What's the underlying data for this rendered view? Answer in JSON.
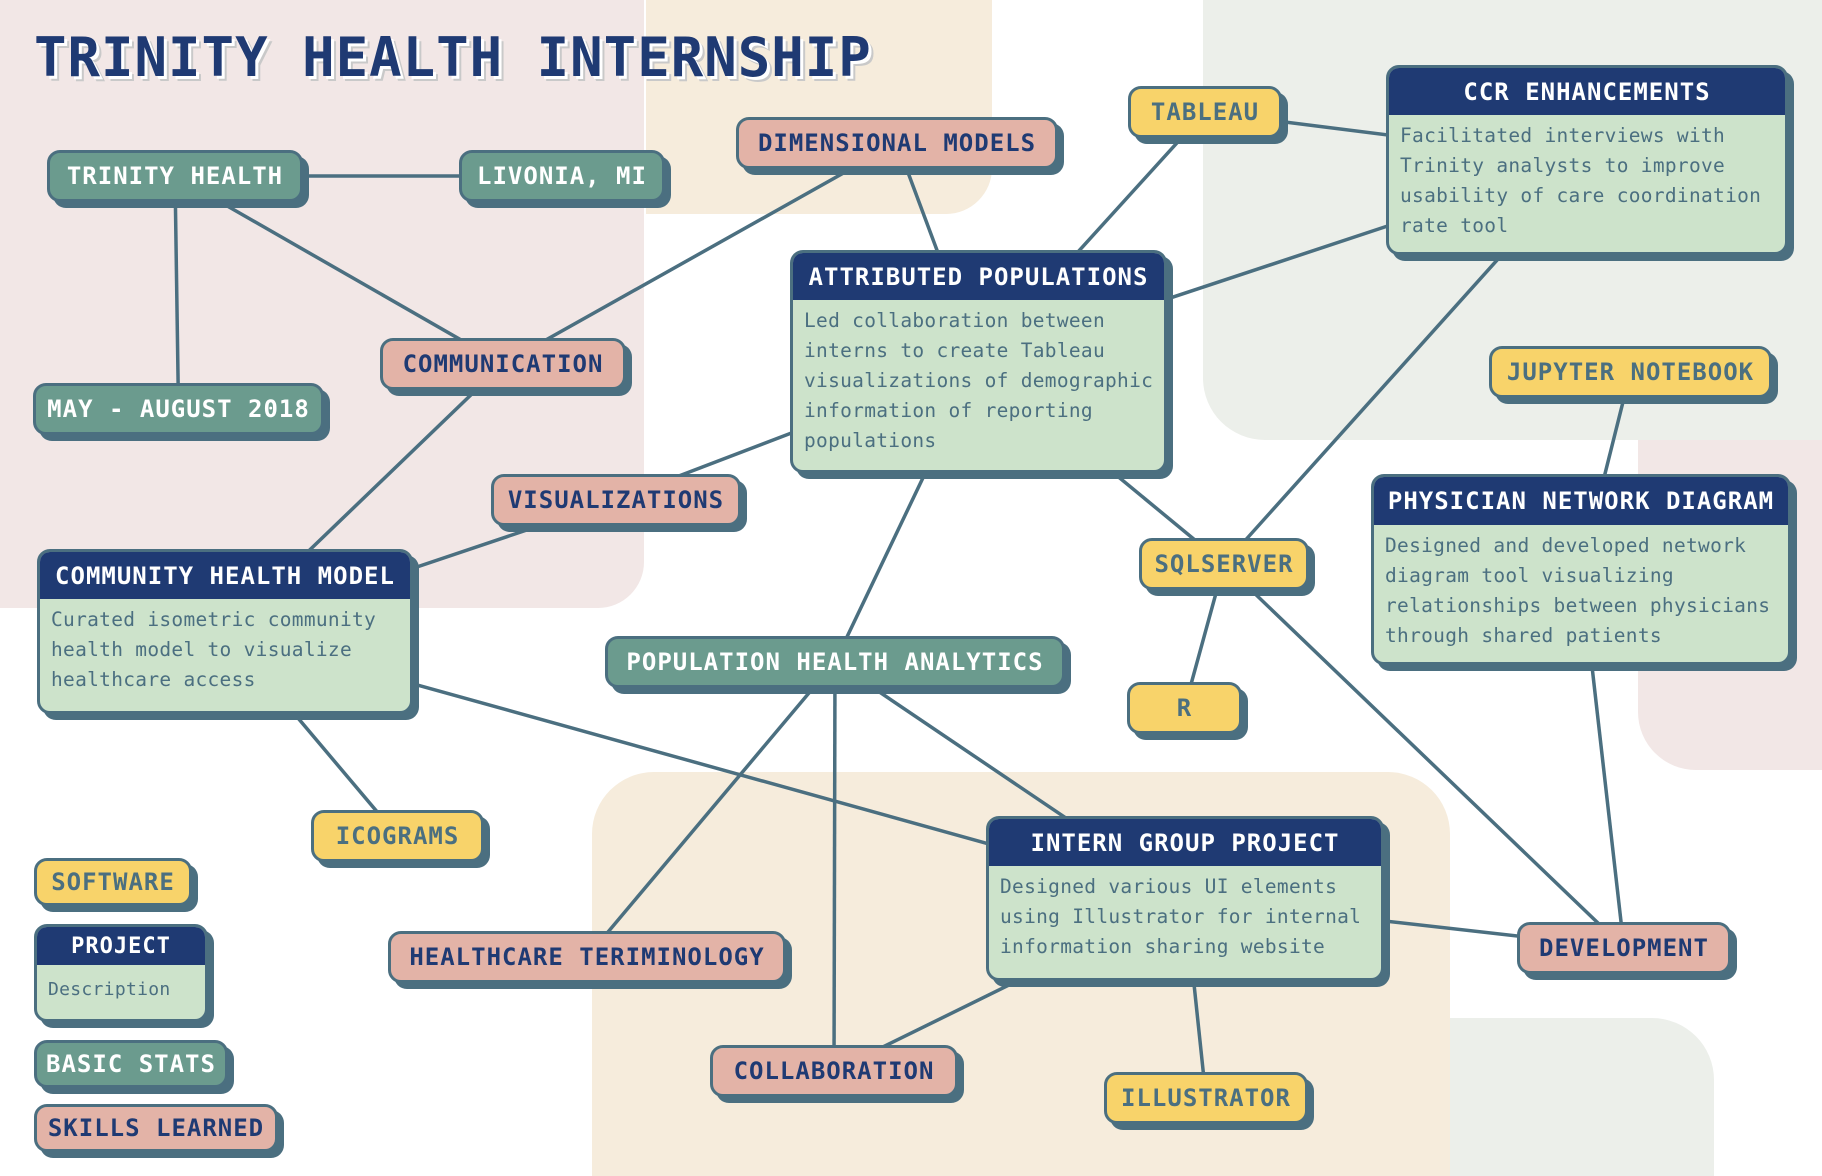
{
  "title": "TRINITY HEALTH INTERNSHIP",
  "colors": {
    "software": "#f8d36a",
    "project_header": "#1f3a73",
    "project_body": "#cde3cb",
    "basic_stats": "#6b9b8e",
    "skills_learned": "#e3b3a7",
    "outline": "#4b6f80",
    "bg_pink": "#f2e7e6",
    "bg_cream": "#f6ecdc",
    "bg_gray": "#ecefea"
  },
  "nodes": {
    "trinity_health": "TRINITY HEALTH",
    "livonia": "LIVONIA, MI",
    "dates": "MAY - AUGUST 2018",
    "communication": "COMMUNICATION",
    "dimensional_models": "DIMENSIONAL MODELS",
    "tableau": "TABLEAU",
    "visualizations": "VISUALIZATIONS",
    "sqlserver": "SQLSERVER",
    "r": "R",
    "jupyter": "JUPYTER NOTEBOOK",
    "population_health": "POPULATION HEALTH ANALYTICS",
    "icograms": "ICOGRAMS",
    "healthcare_terminology": "HEALTHCARE TERIMINOLOGY",
    "collaboration": "COLLABORATION",
    "illustrator": "ILLUSTRATOR",
    "development": "DEVELOPMENT"
  },
  "projects": {
    "attributed": {
      "title": "ATTRIBUTED POPULATIONS",
      "description": "Led collaboration between interns to create Tableau visualizations of demographic information of reporting populations"
    },
    "ccr": {
      "title": "CCR ENHANCEMENTS",
      "description": "Facilitated interviews with Trinity analysts to improve usability of care coordination rate tool"
    },
    "physician": {
      "title": "PHYSICIAN NETWORK DIAGRAM",
      "description": "Designed and developed network diagram tool visualizing relationships between physicians through shared patients"
    },
    "community": {
      "title": "COMMUNITY HEALTH MODEL",
      "description": "Curated isometric community health model to visualize healthcare access"
    },
    "intern_group": {
      "title": "INTERN GROUP PROJECT",
      "description": "Designed various UI elements using Illustrator for internal information sharing website"
    }
  },
  "legend": {
    "software": "SOFTWARE",
    "project_title": "PROJECT",
    "project_description": "Description",
    "basic_stats": "BASIC STATS",
    "skills_learned": "SKILLS LEARNED"
  },
  "edges": [
    [
      "trinity_health",
      "livonia"
    ],
    [
      "trinity_health",
      "dates"
    ],
    [
      "trinity_health",
      "communication"
    ],
    [
      "communication",
      "dimensional_models"
    ],
    [
      "communication",
      "community"
    ],
    [
      "dimensional_models",
      "attributed"
    ],
    [
      "tableau",
      "attributed"
    ],
    [
      "tableau",
      "ccr"
    ],
    [
      "attributed",
      "ccr"
    ],
    [
      "attributed",
      "visualizations"
    ],
    [
      "attributed",
      "sqlserver"
    ],
    [
      "attributed",
      "population_health"
    ],
    [
      "visualizations",
      "community"
    ],
    [
      "ccr",
      "sqlserver"
    ],
    [
      "sqlserver",
      "r"
    ],
    [
      "sqlserver",
      "development"
    ],
    [
      "jupyter",
      "physician"
    ],
    [
      "physician",
      "development"
    ],
    [
      "community",
      "icograms"
    ],
    [
      "community",
      "intern_group"
    ],
    [
      "population_health",
      "healthcare_terminology"
    ],
    [
      "population_health",
      "collaboration"
    ],
    [
      "population_health",
      "intern_group"
    ],
    [
      "intern_group",
      "collaboration"
    ],
    [
      "intern_group",
      "illustrator"
    ],
    [
      "intern_group",
      "development"
    ]
  ]
}
